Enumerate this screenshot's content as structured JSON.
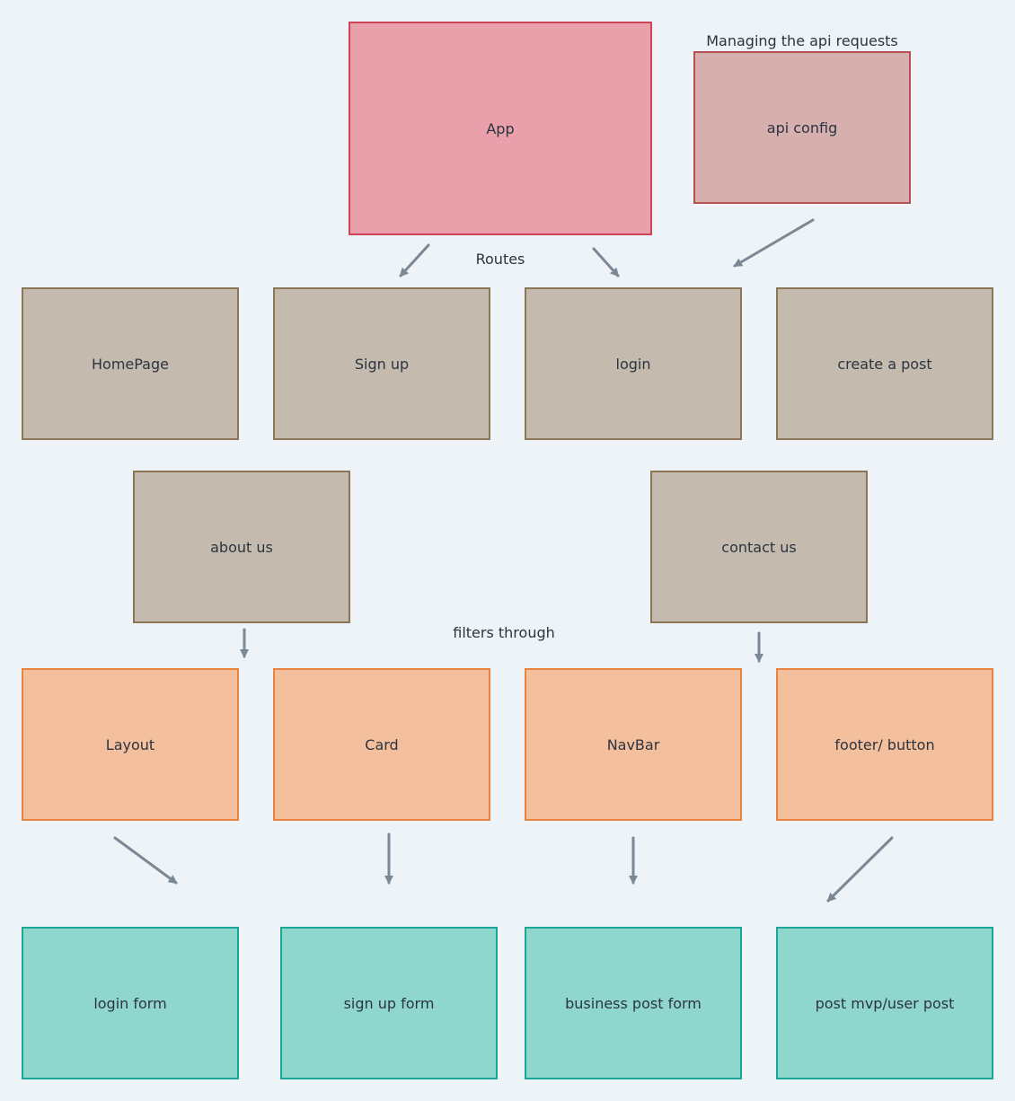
{
  "colors": {
    "background": "#eef3f7",
    "app_fill": "#e9a0ab",
    "app_border": "#cc4455",
    "api_fill": "#d6afaf",
    "api_border": "#b85050",
    "route_fill": "#c4bbae",
    "route_border": "#8b7558",
    "shared_fill": "#f4bf9c",
    "shared_border": "#e9843e",
    "form_fill": "#8fd6cd",
    "form_border": "#1aa596",
    "arrow": "#7b8895"
  },
  "nodes": {
    "app": "App",
    "api_config": "api config",
    "homepage": "HomePage",
    "sign_up": "Sign up",
    "login": "login",
    "create_post": "create a post",
    "about_us": "about us",
    "contact_us": "contact us",
    "layout": "Layout",
    "card": "Card",
    "navbar": "NavBar",
    "footer_button": "footer/ button",
    "login_form": "login form",
    "sign_up_form": "sign up form",
    "business_post_form": "business post form",
    "post_mvp": "post mvp/user post"
  },
  "annotations": {
    "api_note": "Managing the api requests",
    "routes": "Routes",
    "filters": "filters through"
  }
}
